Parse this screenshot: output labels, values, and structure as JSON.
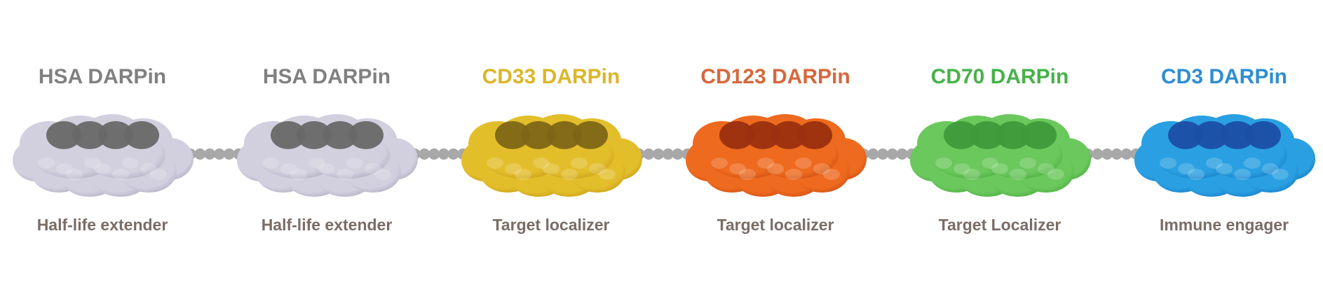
{
  "modules": [
    {
      "title": "HSA DARPin",
      "role": "Half-life extender",
      "title_color": "#808080",
      "body_color": "#d2d0df",
      "body_shade": "#a9a6bb",
      "core_color": "#686868"
    },
    {
      "title": "HSA DARPin",
      "role": "Half-life extender",
      "title_color": "#808080",
      "body_color": "#d2d0df",
      "body_shade": "#a9a6bb",
      "core_color": "#686868"
    },
    {
      "title": "CD33 DARPin",
      "role": "Target localizer",
      "title_color": "#dcb62a",
      "body_color": "#e3be2b",
      "body_shade": "#c29a14",
      "core_color": "#7e6616"
    },
    {
      "title": "CD123 DARPin",
      "role": "Target localizer",
      "title_color": "#d6683e",
      "body_color": "#ee6a1e",
      "body_shade": "#c84a10",
      "core_color": "#9a3010"
    },
    {
      "title": "CD70 DARPin",
      "role": "Target Localizer",
      "title_color": "#47b24a",
      "body_color": "#6bc85c",
      "body_shade": "#46a83c",
      "core_color": "#3f9a3a"
    },
    {
      "title": "CD3 DARPin",
      "role": "Immune engager",
      "title_color": "#2e8ed0",
      "body_color": "#2aa0e2",
      "body_shade": "#1377c2",
      "core_color": "#1b4fa5"
    }
  ],
  "linker_color": "#a8a8a8"
}
